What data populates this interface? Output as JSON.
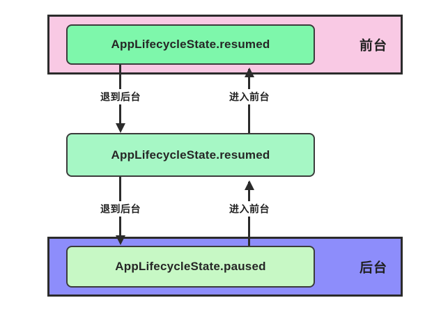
{
  "diagram": {
    "type": "state-transition-diagram",
    "zones": [
      {
        "key": "foreground",
        "label": "前台",
        "fill": "#f9c9e4",
        "state_label": "AppLifecycleState.resumed",
        "state_fill": "#7ef7ab"
      },
      {
        "key": "background",
        "label": "后台",
        "fill": "#8d8dfb",
        "state_label": "AppLifecycleState.paused",
        "state_fill": "#c7f8c5"
      }
    ],
    "middle_state": {
      "label": "AppLifecycleState.resumed",
      "fill": "#a6f7c5"
    },
    "edges": [
      {
        "key": "top-to-mid",
        "label": "退到后台",
        "direction": "down"
      },
      {
        "key": "mid-to-top",
        "label": "进入前台",
        "direction": "up"
      },
      {
        "key": "mid-to-bottom",
        "label": "退到后台",
        "direction": "down"
      },
      {
        "key": "bottom-to-mid",
        "label": "进入前台",
        "direction": "up"
      }
    ],
    "colors": {
      "stroke": "#2b2b2b",
      "text": "#1f1f1f",
      "canvas": "#ffffff"
    }
  }
}
